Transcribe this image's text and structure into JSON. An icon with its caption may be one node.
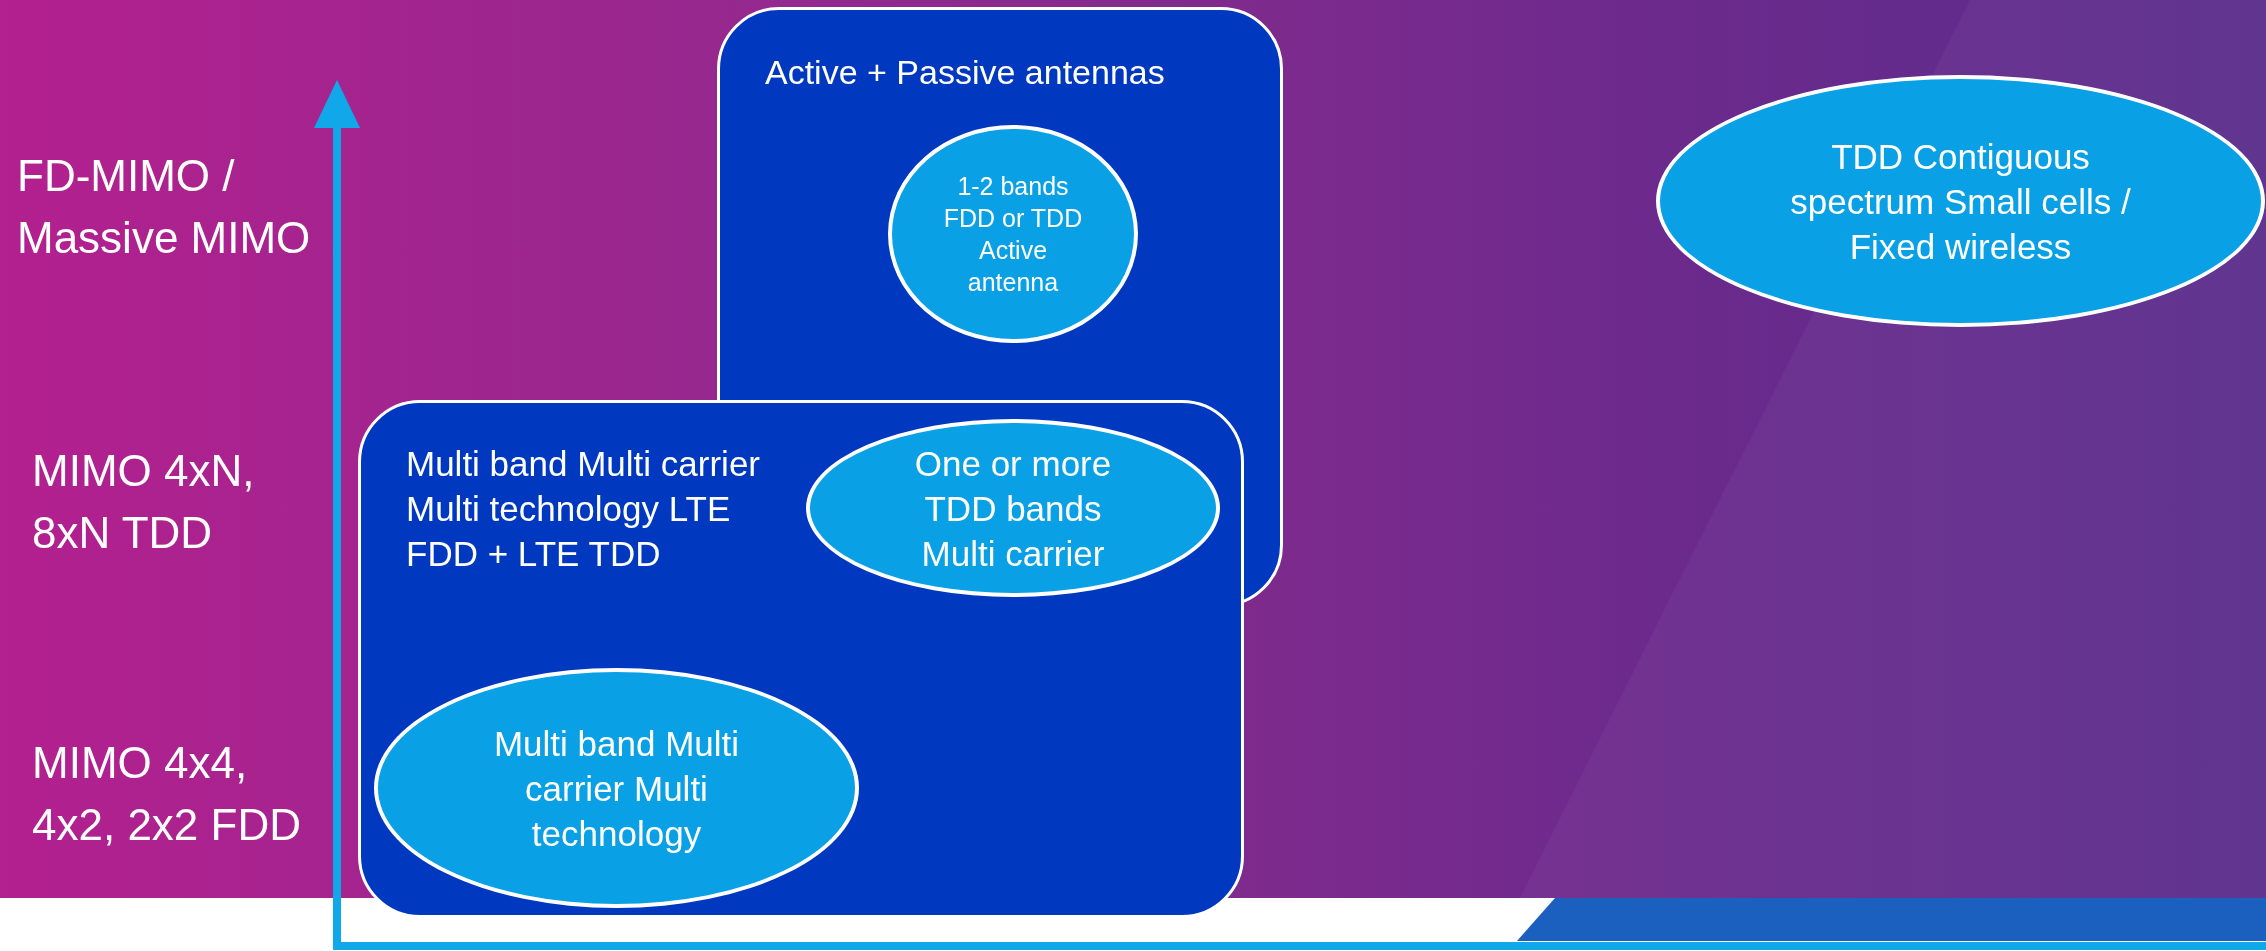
{
  "diagram": {
    "nodes": [
      {
        "text": [
          "Active + Passive antennas"
        ]
      },
      {
        "text": [
          "1-2 bands FDD or TDD Active antenna"
        ],
        "in": 0
      },
      {
        "text": [
          "Multi band Multi carrier Multi technology LTE FDD + LTE TDD"
        ]
      },
      {
        "text": [
          "One or more TDD bands Multi carrier"
        ]
      },
      {
        "text": [
          "Multi band Multi carrier Multi technology"
        ],
        "in": 2
      },
      {
        "text": [
          "TDD Contiguous spectrum Small cells / Fixed wireless"
        ]
      }
    ],
    "labels": [
      "FD-MIMO / Massive MIMO",
      "MIMO 4xN, 8xN TDD",
      "MIMO 4x4, 4x2, 2x2 FDD"
    ]
  }
}
